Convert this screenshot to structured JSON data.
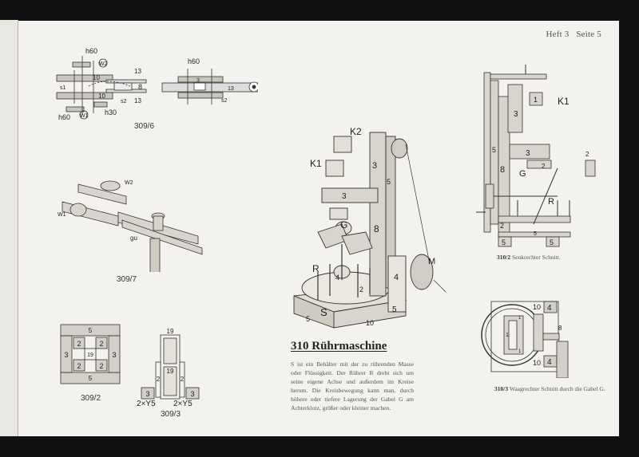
{
  "header": {
    "text": "Heft 3   Seite 5"
  },
  "figures": {
    "fig_309_6": {
      "label": "309/6",
      "annotations": [
        "h60",
        "W2",
        "13",
        "10",
        "s1",
        "8",
        "10",
        "s2",
        "13",
        "h60",
        "W1",
        "h30",
        "h60",
        "3",
        "13",
        "s2"
      ]
    },
    "fig_309_7": {
      "label": "309/7",
      "annotations": [
        "W2",
        "W1",
        "gu"
      ]
    },
    "fig_309_2": {
      "label": "309/2",
      "annotations": [
        "5",
        "2",
        "2",
        "3",
        "19",
        "3",
        "2",
        "2",
        "5"
      ]
    },
    "fig_309_3": {
      "label": "309/3",
      "annotations": [
        "19",
        "19",
        "2",
        "2",
        "3",
        "3",
        "2×Y5",
        "2×Y5"
      ]
    },
    "fig_310": {
      "annotations": [
        "K2",
        "K1",
        "3",
        "3",
        "5",
        "G",
        "8",
        "R",
        "4",
        "2",
        "S",
        "M",
        "4",
        "5",
        "10",
        "5"
      ]
    },
    "fig_310_2": {
      "number": "310/2",
      "caption": "Senkrechter Schnitt.",
      "annotations": [
        "3",
        "1",
        "K1",
        "5",
        "3",
        "8",
        "G",
        "2",
        "2",
        "R",
        "2",
        "5",
        "5",
        "5"
      ]
    },
    "fig_310_3": {
      "number": "310/3",
      "caption": "Waagrechter Schnitt durch die Gabel G.",
      "annotations": [
        "10",
        "4",
        "1",
        "1",
        "8",
        "1",
        "10",
        "4"
      ]
    }
  },
  "article": {
    "title": "310 Rührmaschine",
    "body": "S ist ein Behälter mit der zu rührenden Masse oder Flüssigkeit. Der Rührer R dreht sich um seine eigene Achse und außerdem im Kreise herum. Die Kreisbewegung kann man, durch höhere oder tiefere Lagerung der Gabel G am Achterklotz, größer oder kleiner machen."
  }
}
